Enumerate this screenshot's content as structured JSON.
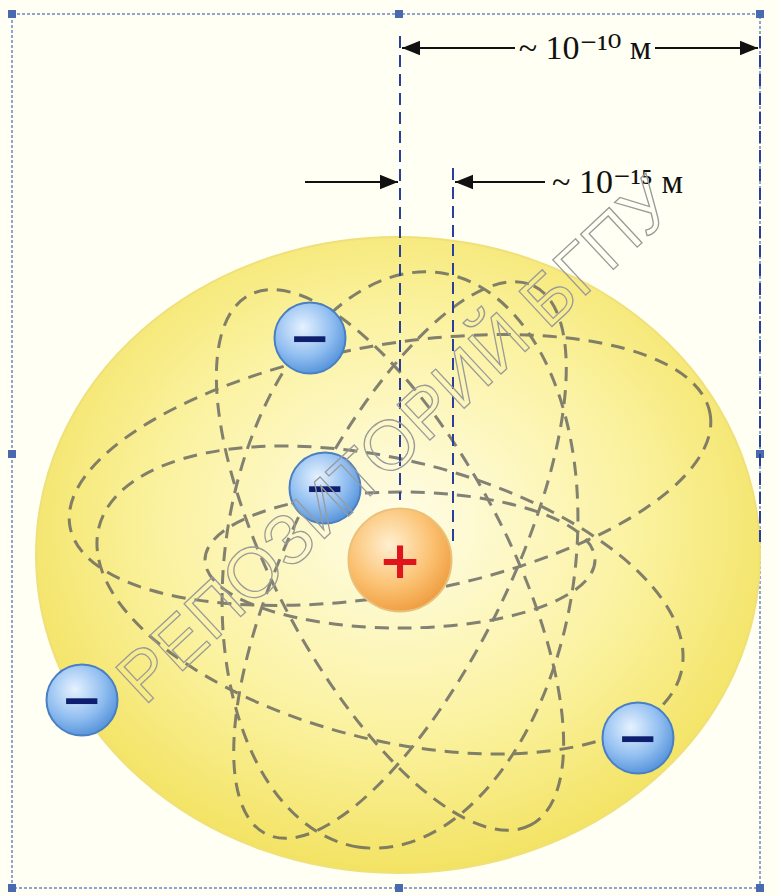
{
  "diagram": {
    "nodes": [
      {
        "text": [
          "−"
        ]
      },
      {
        "text": [
          "−"
        ]
      },
      {
        "text": [
          "+"
        ]
      },
      {
        "text": [
          "−"
        ]
      },
      {
        "text": [
          "−"
        ]
      }
    ],
    "labels": [
      "~ 10⁻¹⁰ м",
      "~ 10⁻¹⁵ м",
      "РЕПОЗИТОРИЙ БГПУ"
    ]
  }
}
